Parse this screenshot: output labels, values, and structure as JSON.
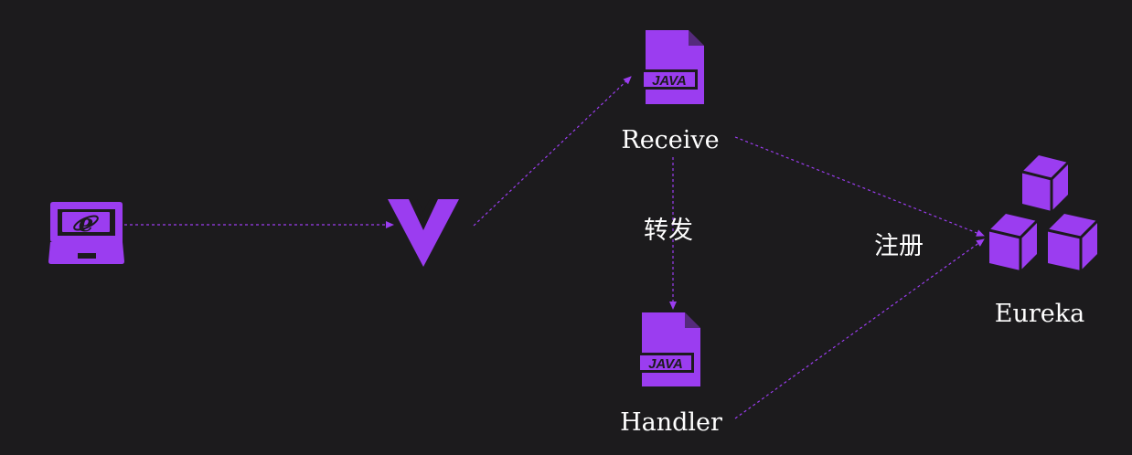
{
  "colors": {
    "background": "#1c1b1d",
    "accent": "#9b3df0",
    "text": "#ffffff"
  },
  "nodes": {
    "client": {
      "icon": "laptop-browser-icon"
    },
    "gateway": {
      "icon": "vue-logo-icon"
    },
    "receive": {
      "icon": "java-file-icon",
      "label": "Receive"
    },
    "handler": {
      "icon": "java-file-icon",
      "label": "Handler"
    },
    "eureka": {
      "icon": "cubes-icon",
      "label": "Eureka"
    }
  },
  "java_badge": "JAVA",
  "edges": {
    "forward_label": "转发",
    "register_label": "注册"
  }
}
